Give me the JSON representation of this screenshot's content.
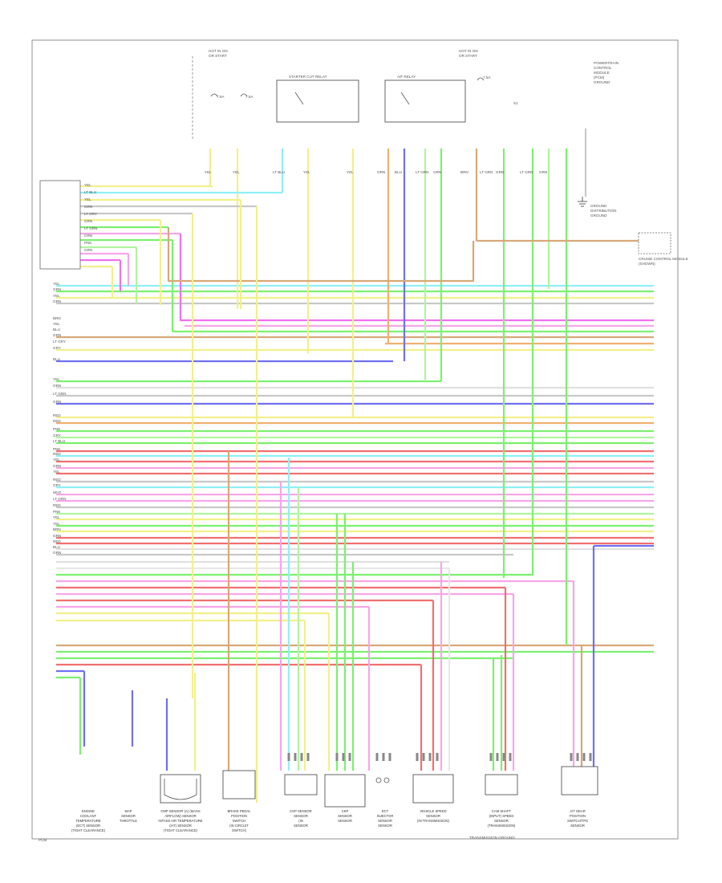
{
  "diagram": {
    "top_labels": {
      "hot_run_left": [
        "HOT IN ON",
        "OR START"
      ],
      "hot_run_right": [
        "HOT IN ON",
        "OR START"
      ],
      "fuse_left_a": "7.5A",
      "fuse_left_b": "7.5A",
      "fuse_right": "7.5A",
      "relay_left": "STARTER CUT RELAY",
      "relay_right": "A/F RELAY",
      "splice": "S1",
      "ecm_ref": [
        "POWERTRAIN",
        "CONTROL",
        "MODULE",
        "(PCM)",
        "GROUND"
      ]
    },
    "right_labels": {
      "ground_ref": [
        "GROUND",
        "DISTRIBUTION",
        "GROUND"
      ],
      "cruise_module": [
        "CRUISE CONTROL MODULE",
        "(SHOWN)"
      ]
    },
    "left_rows": [
      "YEL",
      "LT BLU",
      "YEL",
      "GRN",
      "LT GRY",
      "GRN",
      "LT GRN",
      "GRN",
      "PNK",
      "GRN"
    ],
    "bus_row_labels": [
      "YEL",
      "GRN",
      "YEL",
      "GRN",
      "BRN",
      "YEL",
      "BLU",
      "GRN",
      "LT GRY",
      "GRY",
      "BLU",
      "YEL",
      "ORN",
      "LT GRN",
      "GRN",
      "RED",
      "RED",
      "PNK",
      "GRY",
      "LT BLU",
      "PNK",
      "RED",
      "YEL",
      "GRN",
      "YEL",
      "RED",
      "GRY",
      "WHT",
      "LT GRN",
      "RED",
      "PNK",
      "YEL",
      "YEL",
      "BRN",
      "GRN",
      "RED",
      "BLU",
      "GRN"
    ],
    "top_wire_labels": [
      "YEL",
      "YEL",
      "LT BLU",
      "YEL",
      "YEL",
      "ORN",
      "BLU",
      "LT GRN",
      "GRN",
      "BRN",
      "LT GRN",
      "GRN",
      "LT GRN",
      "GRN"
    ],
    "bottom_components": [
      {
        "id": "ect",
        "lines": [
          "ENGINE",
          "COOLANT",
          "TEMPERATURE",
          "(ECT) SENSOR",
          "(TIGHT CLEARANCE)"
        ]
      },
      {
        "id": "map",
        "lines": [
          "MAP",
          "SENSOR",
          "THROTTLE"
        ]
      },
      {
        "id": "cmp",
        "lines": [
          "CMP SENSOR (A) (MASS",
          "AIRFLOW) SENSOR",
          "INTAKE AIR TEMPERATURE",
          "(IAT) SENSOR",
          "(TIGHT CLEARANCE)"
        ]
      },
      {
        "id": "brake",
        "lines": [
          "BRAKE PEDAL",
          "POSITION",
          "SWITCH",
          "(IN CIRCUIT",
          "SWITCH)"
        ]
      },
      {
        "id": "tdc",
        "lines": [
          "CKP SENSOR",
          "SENSOR",
          "(IN",
          "SENSOR"
        ]
      },
      {
        "id": "knock",
        "lines": [
          "CKP",
          "SENSOR",
          "SENSOR"
        ]
      },
      {
        "id": "ect2",
        "lines": [
          "ECT",
          "INJECTOR",
          "SENSOR",
          "SENSOR"
        ]
      },
      {
        "id": "vss",
        "lines": [
          "VEHICLE SPEED",
          "SENSOR",
          "(IN TRANSMISSION)"
        ]
      },
      {
        "id": "ckp",
        "lines": [
          "CAM SHAFT",
          "(INPUT) SPEED",
          "SENSOR",
          "(TRANSMISSION)"
        ]
      },
      {
        "id": "tps",
        "lines": [
          "A/T GEAR",
          "POSITION",
          "SWITCH/TPS",
          "SENSOR"
        ]
      }
    ],
    "small_notes": {
      "bottom_right": "TRANSMISSION GROUND",
      "bottom_left": "PCM"
    }
  }
}
